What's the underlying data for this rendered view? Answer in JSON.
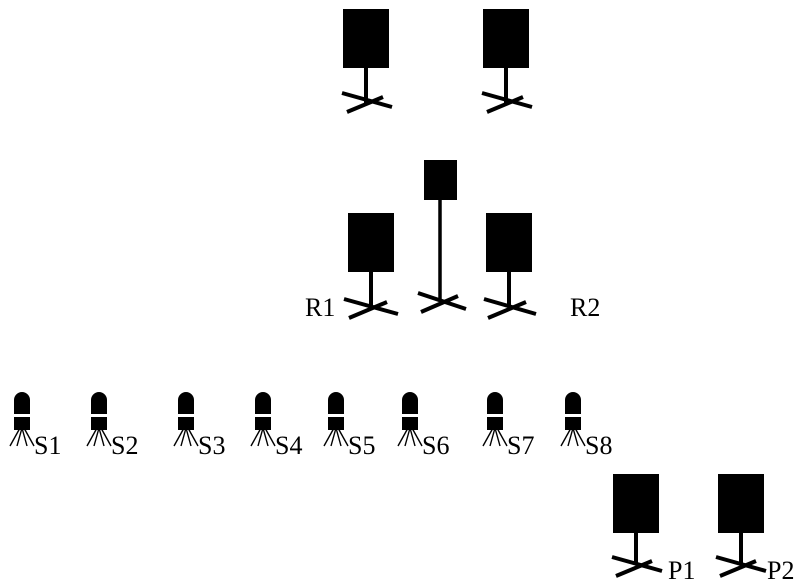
{
  "colors": {
    "ink": "#000000",
    "background": "#ffffff"
  },
  "top_speakers": [
    {
      "label": ""
    },
    {
      "label": ""
    }
  ],
  "reference_speakers": [
    {
      "label": "R1"
    },
    {
      "label": "R2"
    }
  ],
  "center_speaker": {
    "label": ""
  },
  "small_speakers": [
    {
      "label": "S1"
    },
    {
      "label": "S2"
    },
    {
      "label": "S3"
    },
    {
      "label": "S4"
    },
    {
      "label": "S5"
    },
    {
      "label": "S6"
    },
    {
      "label": "S7"
    },
    {
      "label": "S8"
    }
  ],
  "bottom_speakers": [
    {
      "label": "P1"
    },
    {
      "label": "P2"
    }
  ]
}
